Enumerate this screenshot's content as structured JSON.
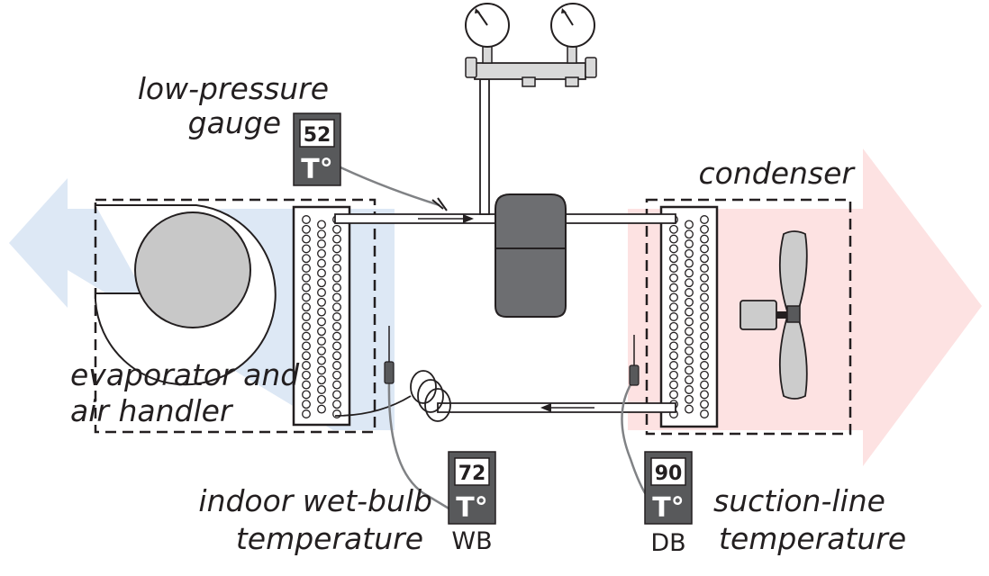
{
  "labels": {
    "low_pressure_line1": "low-pressure",
    "low_pressure_line2": "gauge",
    "condenser": "condenser",
    "evaporator_line1": "evaporator and",
    "evaporator_line2": "air handler",
    "indoor_wb_line1": "indoor wet-bulb",
    "indoor_wb_line2": "temperature",
    "suction_line1": "suction-line",
    "suction_line2": "temperature",
    "wb_tag": "WB",
    "db_tag": "DB"
  },
  "meters": {
    "pressure_reading": "52",
    "wetbulb_reading": "72",
    "suction_reading": "90",
    "unit_symbol": "T°"
  },
  "colors": {
    "cool_air": "#dde8f5",
    "warm_air": "#fde2e2",
    "meter_body": "#58595b",
    "compressor": "#6d6e71",
    "fan_blade": "#cccccc"
  }
}
